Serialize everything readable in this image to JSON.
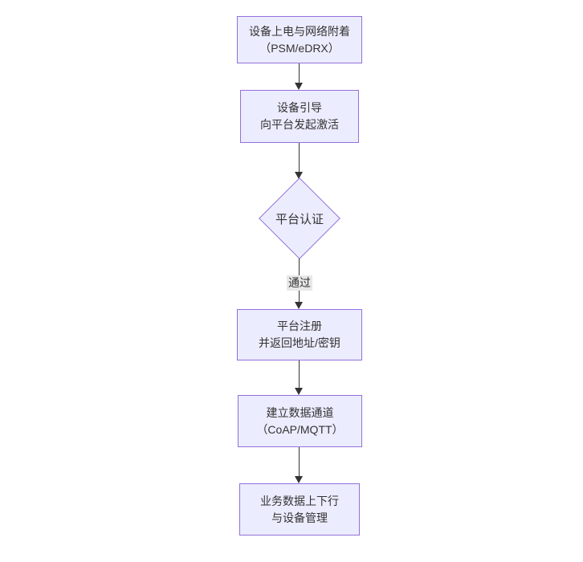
{
  "diagram": {
    "type": "flowchart-top-down",
    "background": "#ffffff",
    "colors": {
      "node_fill": "#ECECFF",
      "node_border": "#9370DB",
      "node_text": "#333333",
      "arrow": "#333333",
      "edge_label_bg": "#e8e8e8",
      "edge_label_text": "#333333"
    },
    "nodes": [
      {
        "id": "A",
        "shape": "rect",
        "line1": "设备上电与网络附着",
        "line2": "（PSM/eDRX）"
      },
      {
        "id": "B",
        "shape": "rect",
        "line1": "设备引导",
        "line2": "向平台发起激活"
      },
      {
        "id": "C",
        "shape": "diamond",
        "line1": "平台认证"
      },
      {
        "id": "D",
        "shape": "rect",
        "line1": "平台注册",
        "line2": "并返回地址/密钥"
      },
      {
        "id": "E",
        "shape": "rect",
        "line1": "建立数据通道",
        "line2": "（CoAP/MQTT）"
      },
      {
        "id": "F",
        "shape": "rect",
        "line1": "业务数据上下行",
        "line2": "与设备管理"
      }
    ],
    "edges": [
      {
        "from": "A",
        "to": "B",
        "label": ""
      },
      {
        "from": "B",
        "to": "C",
        "label": ""
      },
      {
        "from": "C",
        "to": "D",
        "label": "通过"
      },
      {
        "from": "D",
        "to": "E",
        "label": ""
      },
      {
        "from": "E",
        "to": "F",
        "label": ""
      }
    ]
  }
}
